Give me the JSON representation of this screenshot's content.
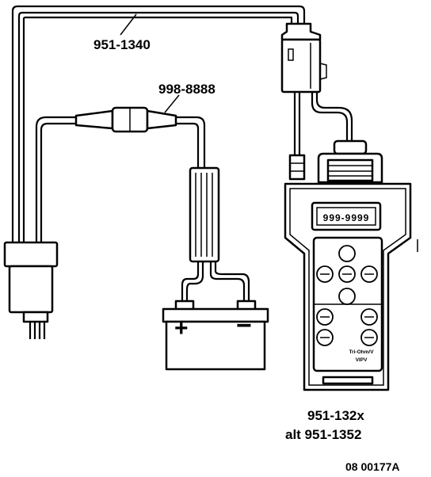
{
  "labels": {
    "cable_main": "951-1340",
    "cable_power": "998-8888",
    "tool_part": "951-132x",
    "tool_alt": "alt 951-1352",
    "figure_id": "08 00177A",
    "display": "999-9999",
    "battery_plus": "+",
    "battery_minus": "−",
    "tool_brand": "Tri-Ohm/V",
    "tool_sub": "VIPV"
  }
}
